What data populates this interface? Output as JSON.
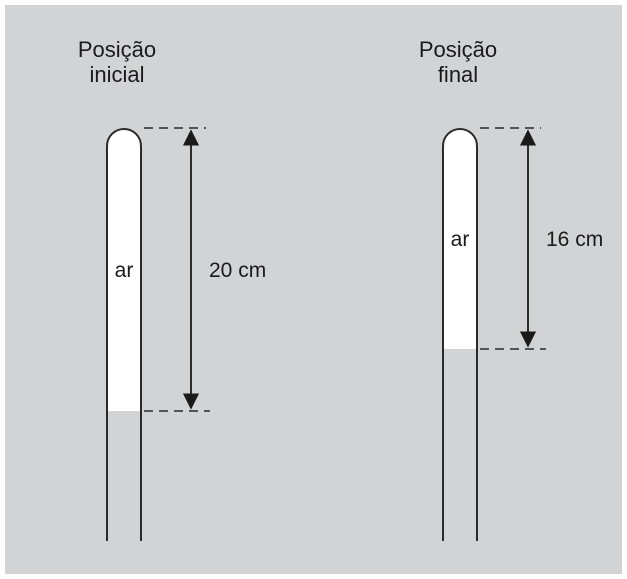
{
  "colors": {
    "background": "#d2d3d5",
    "air": "#ffffff",
    "liquid": "#d2d3d5",
    "lines": "#2b2b2b"
  },
  "initial": {
    "title_line1": "Posição",
    "title_line2": "inicial",
    "gas_label": "ar",
    "length_label": "20 cm"
  },
  "final": {
    "title_line1": "Posição",
    "title_line2": "final",
    "gas_label": "ar",
    "length_label": "16 cm"
  }
}
